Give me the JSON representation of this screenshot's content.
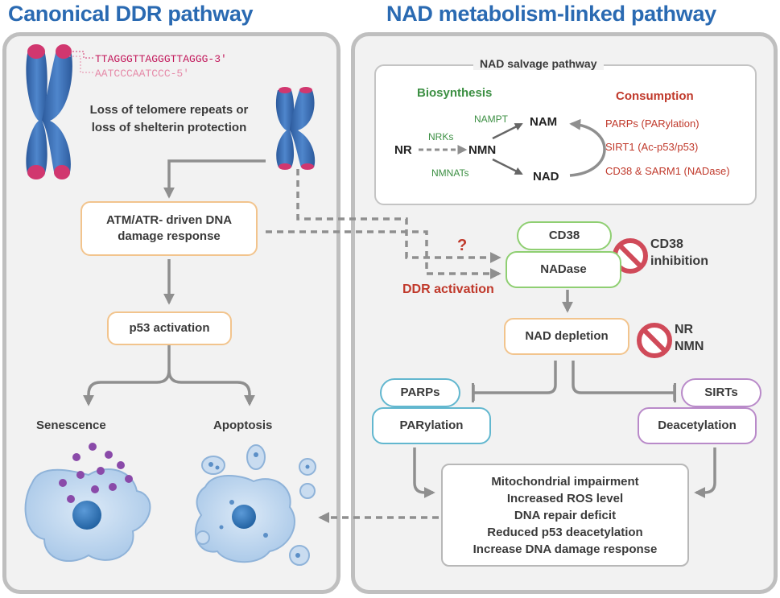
{
  "headings": {
    "left": "Canonical DDR pathway",
    "right": "NAD metabolism-linked pathway"
  },
  "telomere": {
    "seq_top": "TTAGGGTTAGGGTTAGGG-3′",
    "seq_bottom": "AATCCCAATCCC-5′",
    "caption_line1": "Loss of telomere repeats or",
    "caption_line2": "loss of shelterin protection"
  },
  "left_flow": {
    "atm_line1": "ATM/ATR- driven DNA",
    "atm_line2": "damage response",
    "p53": "p53 activation",
    "senescence": "Senescence",
    "apoptosis": "Apoptosis"
  },
  "salvage": {
    "title": "NAD salvage pathway",
    "biosynthesis": "Biosynthesis",
    "consumption": "Consumption",
    "nampt": "NAMPT",
    "nrks": "NRKs",
    "nmnats": "NMNATs",
    "nam": "NAM",
    "nr": "NR",
    "nmn": "NMN",
    "nad": "NAD",
    "parps_consumer": "PARPs (PARylation)",
    "sirt1_consumer": "SIRT1 (Ac-p53/p53)",
    "cd38_consumer": "CD38 & SARM1 (NADase)"
  },
  "right_flow": {
    "question_mark": "?",
    "ddr_activation": "DDR activation",
    "cd38": "CD38",
    "nadase": "NADase",
    "cd38_inhibition_line1": "CD38",
    "cd38_inhibition_line2": "inhibition",
    "nad_depletion": "NAD depletion",
    "supp_line1": "NR",
    "supp_line2": "NMN",
    "parps": "PARPs",
    "parylation": "PARylation",
    "sirts": "SIRTs",
    "deacetylation": "Deacetylation",
    "outcomes": [
      "Mitochondrial impairment",
      "Increased ROS level",
      "DNA repair deficit",
      "Reduced p53 deacetylation",
      "Increase DNA damage response"
    ]
  },
  "colors": {
    "heading": "#2a6ab2",
    "panel_border": "#bfbfbf",
    "orange_box": "#f2c48d",
    "green_box": "#8fcf72",
    "blue_box": "#62b7cf",
    "purple_box": "#b98ac9",
    "biosynthesis_green": "#3c8f43",
    "consumption_red": "#c0392b",
    "inhibit_red": "#d04a59",
    "arrow_gray": "#8f8f8f"
  },
  "icons": [
    "chromosome-icon",
    "prohibit-icon",
    "senescent-cell-icon",
    "apoptotic-cell-icon"
  ]
}
